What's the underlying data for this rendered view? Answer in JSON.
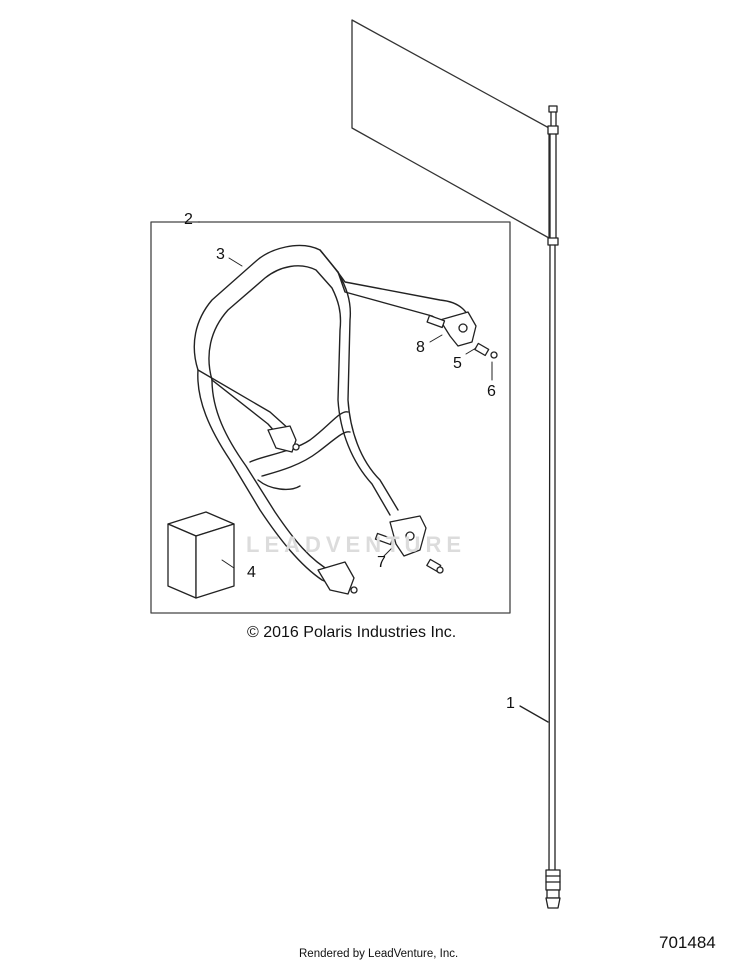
{
  "callouts": {
    "c1": "1",
    "c2": "2",
    "c3": "3",
    "c4": "4",
    "c5": "5",
    "c6": "6",
    "c7": "7",
    "c8": "8"
  },
  "copyright": "© 2016 Polaris Industries Inc.",
  "rendered_by": "Rendered by LeadVenture, Inc.",
  "diagram_id": "701484",
  "watermark": "LEADVENTURE"
}
